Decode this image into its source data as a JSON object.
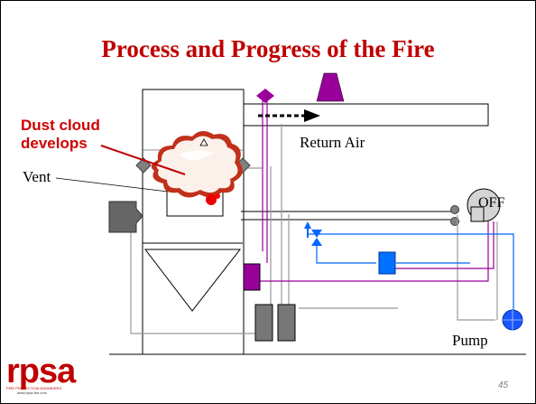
{
  "slide": {
    "title": "Process and Progress of the Fire",
    "callout": {
      "line1": "Dust cloud",
      "line2": "develops",
      "color": "#d00000"
    },
    "labels": {
      "return_air": "Return Air",
      "vent": "Vent",
      "fan_status": "OFF",
      "pump": "Pump"
    },
    "page_number": "45"
  },
  "logo": {
    "word": "rpsa",
    "tagline": "FIRE PROTECTION ENGINEERS",
    "url": "www.rpsa-fire.com"
  },
  "colors": {
    "title": "#c00000",
    "purple": "#99009a",
    "blue": "#0066ff",
    "dark_gray": "#666666",
    "light_gray": "#999999",
    "fire": "#c0301a"
  }
}
